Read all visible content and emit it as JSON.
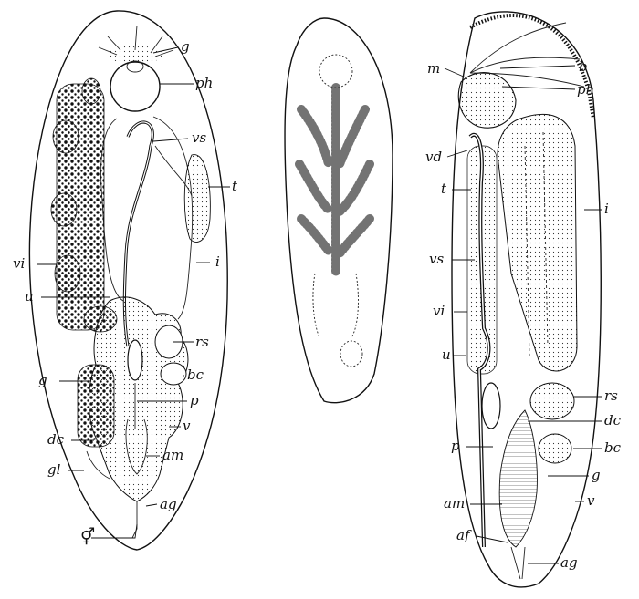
{
  "figure": {
    "left_specimen": {
      "labels": {
        "g_top": "g",
        "ph": "ph",
        "vs": "vs",
        "t": "t",
        "i": "i",
        "vi": "vi",
        "u": "u",
        "rs": "rs",
        "g_mid": "g",
        "bc": "bc",
        "p": "p",
        "v": "v",
        "dc": "dc",
        "am": "am",
        "gl": "gl",
        "ag": "ag",
        "sex_symbol": "⚥"
      }
    },
    "right_specimen": {
      "labels": {
        "m": "m",
        "b": "b",
        "ph": "ph",
        "vd": "vd",
        "t": "t",
        "i": "i",
        "vs": "vs",
        "vi": "vi",
        "u": "u",
        "rs": "rs",
        "dc": "dc",
        "p": "p",
        "bc": "bc",
        "g": "g",
        "am": "am",
        "v": "v",
        "af": "af",
        "ag": "ag"
      }
    },
    "colors": {
      "ink": "#111111",
      "paper": "#ffffff"
    }
  }
}
